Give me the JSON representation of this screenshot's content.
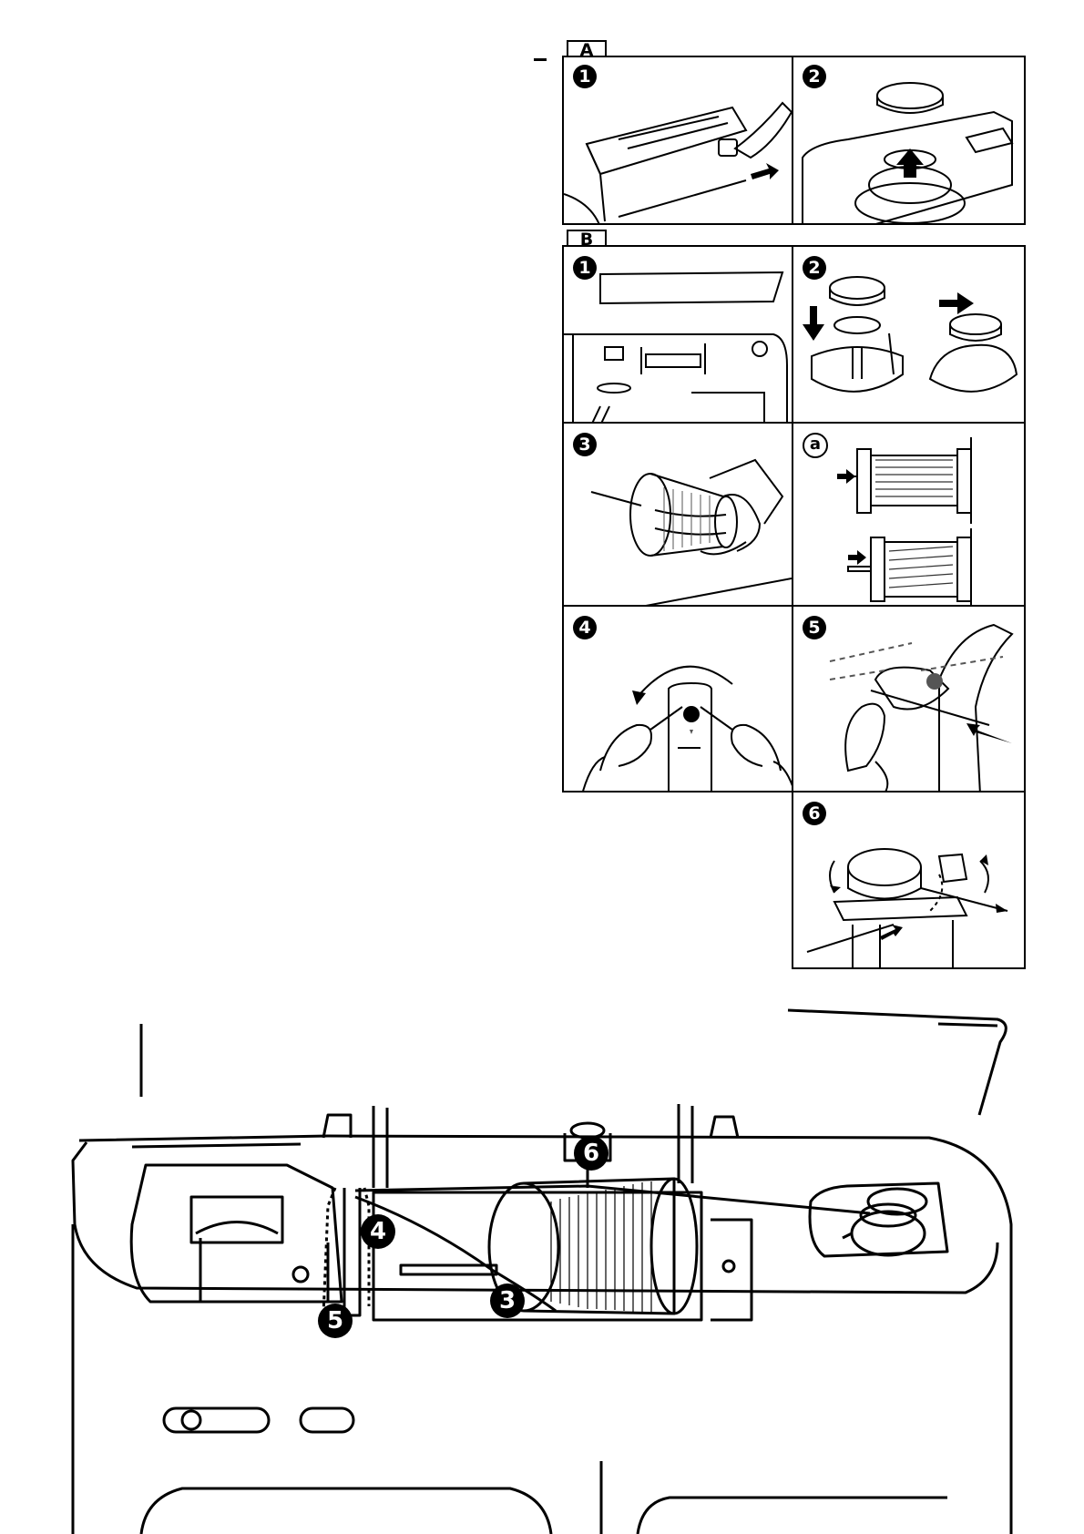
{
  "section_a": {
    "label": "A",
    "steps": [
      "1",
      "2"
    ]
  },
  "section_b": {
    "label": "B",
    "steps": [
      "1",
      "2",
      "3",
      "a",
      "4",
      "5",
      "6"
    ]
  },
  "main_illustration": {
    "callouts": [
      "6",
      "4",
      "5",
      "3"
    ]
  },
  "colors": {
    "ink": "#000000",
    "paper": "#ffffff",
    "shade": "#555555"
  }
}
